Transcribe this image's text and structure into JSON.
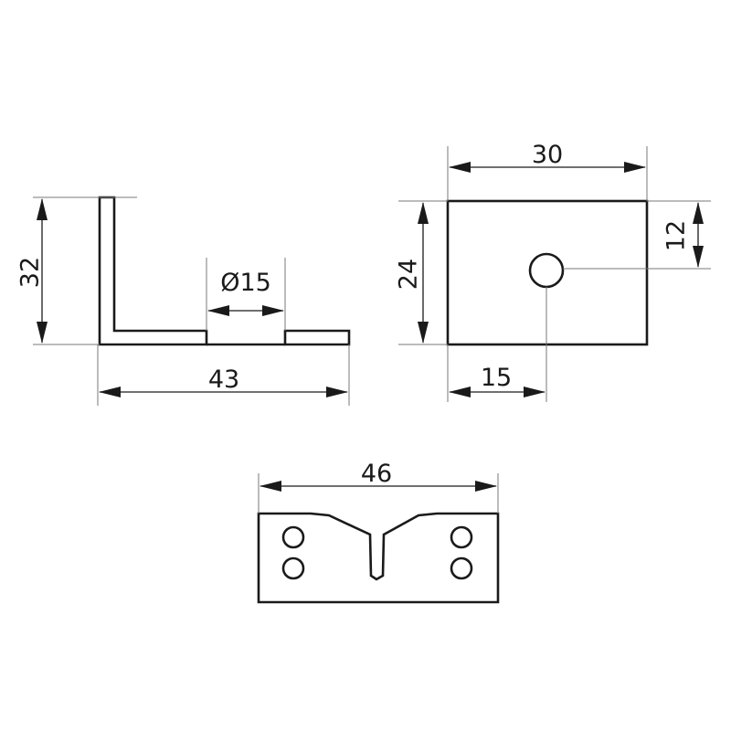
{
  "drawing": {
    "side_view": {
      "height_dim": "32",
      "hole_dim": "Ø15",
      "width_dim": "43"
    },
    "front_view": {
      "width_dim": "30",
      "height_dim": "24",
      "hole_y_dim": "12",
      "hole_x_dim": "15"
    },
    "top_view": {
      "width_dim": "46"
    }
  }
}
